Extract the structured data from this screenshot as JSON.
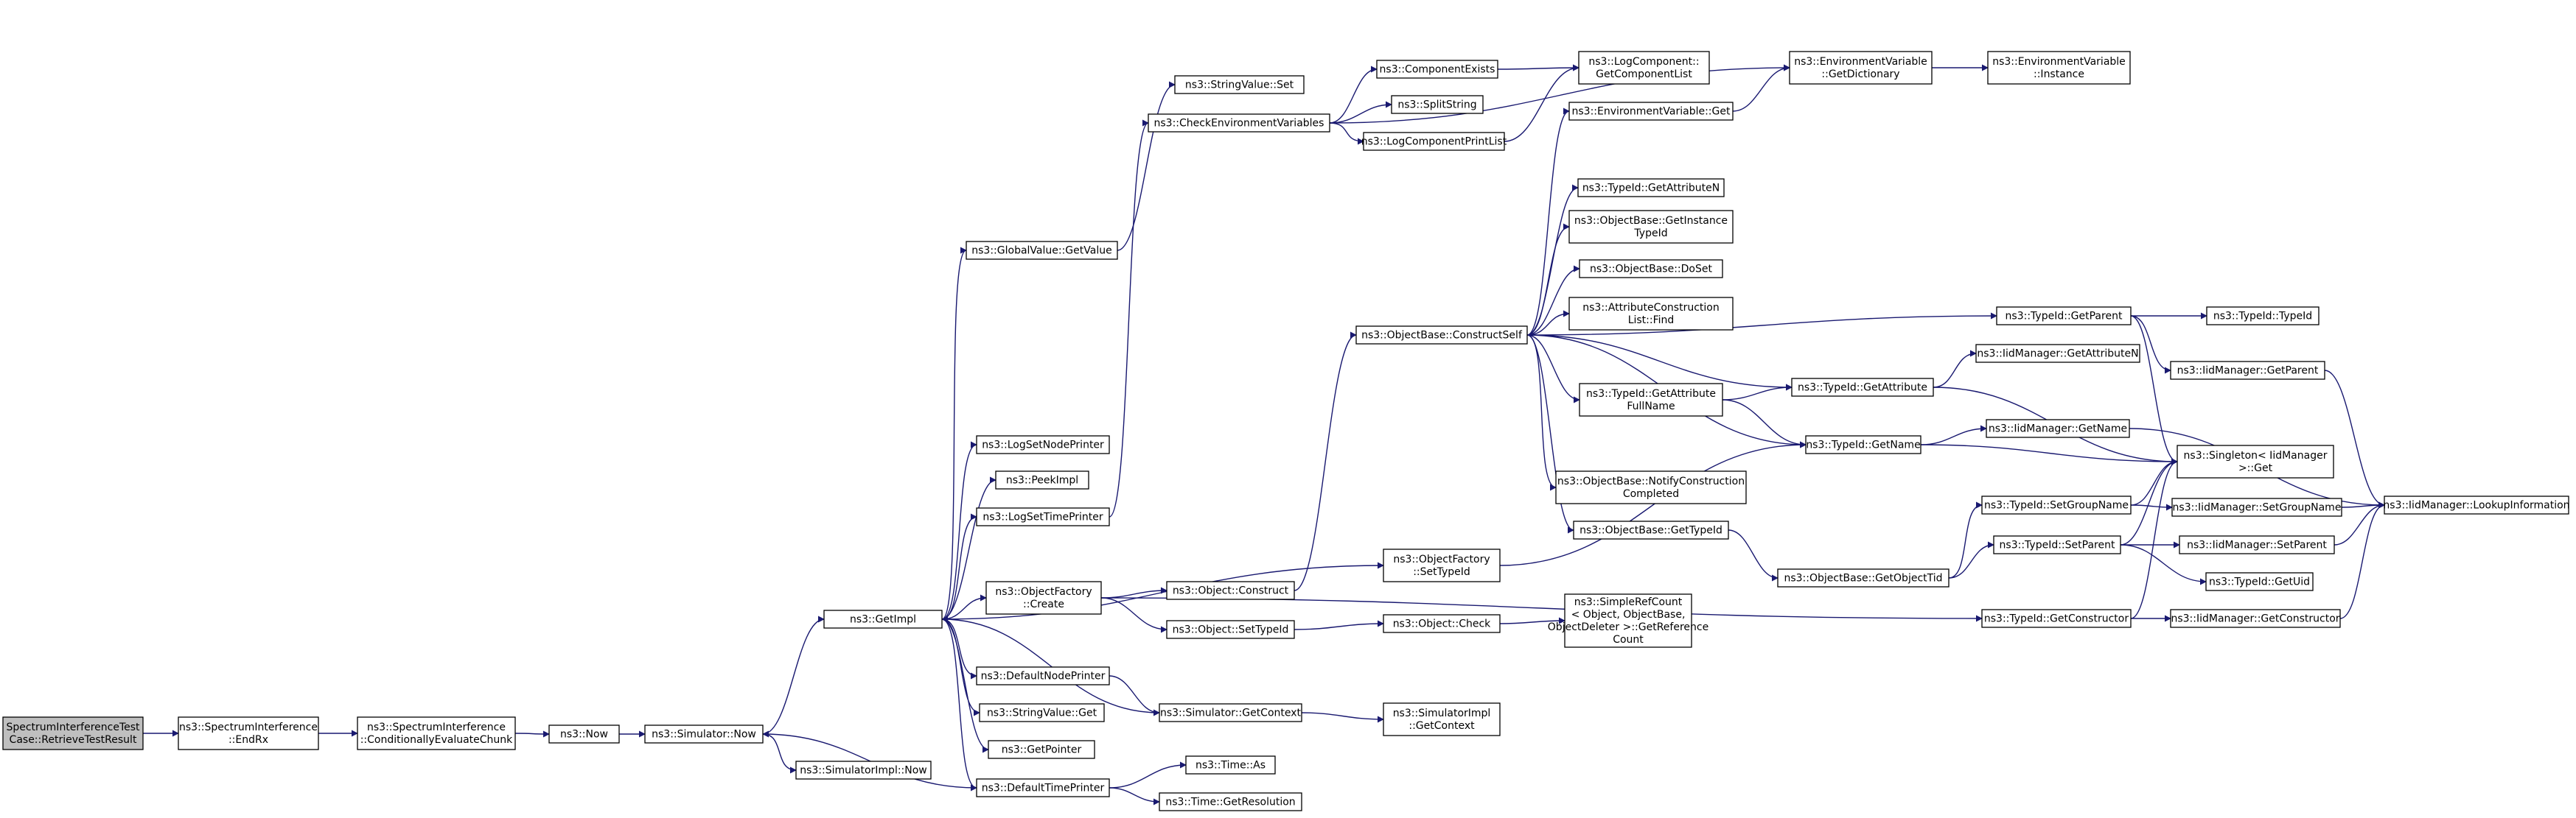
{
  "diagram": {
    "type": "call-graph",
    "edge_color": "#191970",
    "root_fill": "#bfbfbf",
    "nodes": [
      {
        "id": "root",
        "lines": [
          "SpectrumInterferenceTest",
          "Case::RetrieveTestResult"
        ],
        "root": true
      },
      {
        "id": "endrx",
        "lines": [
          "ns3::SpectrumInterference",
          "::EndRx"
        ]
      },
      {
        "id": "condeval",
        "lines": [
          "ns3::SpectrumInterference",
          "::ConditionallyEvaluateChunk"
        ]
      },
      {
        "id": "now",
        "lines": [
          "ns3::Now"
        ]
      },
      {
        "id": "simnow",
        "lines": [
          "ns3::Simulator::Now"
        ]
      },
      {
        "id": "getimpl",
        "lines": [
          "ns3::GetImpl"
        ]
      },
      {
        "id": "simimplnow",
        "lines": [
          "ns3::SimulatorImpl::Now"
        ]
      },
      {
        "id": "gvgetvalue",
        "lines": [
          "ns3::GlobalValue::GetValue"
        ]
      },
      {
        "id": "stringvalueset",
        "lines": [
          "ns3::StringValue::Set"
        ]
      },
      {
        "id": "checkenv",
        "lines": [
          "ns3::CheckEnvironmentVariables"
        ]
      },
      {
        "id": "compexists",
        "lines": [
          "ns3::ComponentExists"
        ]
      },
      {
        "id": "splitstring",
        "lines": [
          "ns3::SplitString"
        ]
      },
      {
        "id": "logcompprint",
        "lines": [
          "ns3::LogComponentPrintList"
        ]
      },
      {
        "id": "logcomplist",
        "lines": [
          "ns3::LogComponent::",
          "GetComponentList"
        ]
      },
      {
        "id": "envgetdict",
        "lines": [
          "ns3::EnvironmentVariable",
          "::GetDictionary"
        ]
      },
      {
        "id": "envinstance",
        "lines": [
          "ns3::EnvironmentVariable",
          "::Instance"
        ]
      },
      {
        "id": "envget",
        "lines": [
          "ns3::EnvironmentVariable::Get"
        ]
      },
      {
        "id": "logsetnode",
        "lines": [
          "ns3::LogSetNodePrinter"
        ]
      },
      {
        "id": "peekimpl",
        "lines": [
          "ns3::PeekImpl"
        ]
      },
      {
        "id": "logsettime",
        "lines": [
          "ns3::LogSetTimePrinter"
        ]
      },
      {
        "id": "objfactcreate",
        "lines": [
          "ns3::ObjectFactory",
          "::Create"
        ]
      },
      {
        "id": "defnodeprinter",
        "lines": [
          "ns3::DefaultNodePrinter"
        ]
      },
      {
        "id": "stringvalueget",
        "lines": [
          "ns3::StringValue::Get"
        ]
      },
      {
        "id": "getpointer",
        "lines": [
          "ns3::GetPointer"
        ]
      },
      {
        "id": "deftimeprinter",
        "lines": [
          "ns3::DefaultTimePrinter"
        ]
      },
      {
        "id": "objconstruct",
        "lines": [
          "ns3::Object::Construct"
        ]
      },
      {
        "id": "objsettypeid",
        "lines": [
          "ns3::Object::SetTypeId"
        ]
      },
      {
        "id": "objcheck",
        "lines": [
          "ns3::Object::Check"
        ]
      },
      {
        "id": "simplerefcount",
        "lines": [
          "ns3::SimpleRefCount",
          "< Object, ObjectBase,",
          "ObjectDeleter >::GetReference",
          "Count"
        ]
      },
      {
        "id": "simgetcontext",
        "lines": [
          "ns3::Simulator::GetContext"
        ]
      },
      {
        "id": "simimplgetcontext",
        "lines": [
          "ns3::SimulatorImpl",
          "::GetContext"
        ]
      },
      {
        "id": "timeas",
        "lines": [
          "ns3::Time::As"
        ]
      },
      {
        "id": "timegetres",
        "lines": [
          "ns3::Time::GetResolution"
        ]
      },
      {
        "id": "objfactsettypeid",
        "lines": [
          "ns3::ObjectFactory",
          "::SetTypeId"
        ]
      },
      {
        "id": "constructself",
        "lines": [
          "ns3::ObjectBase::ConstructSelf"
        ]
      },
      {
        "id": "tidgetattrn",
        "lines": [
          "ns3::TypeId::GetAttributeN"
        ]
      },
      {
        "id": "obgetinstance",
        "lines": [
          "ns3::ObjectBase::GetInstance",
          "TypeId"
        ]
      },
      {
        "id": "obdoset",
        "lines": [
          "ns3::ObjectBase::DoSet"
        ]
      },
      {
        "id": "attrconstfind",
        "lines": [
          "ns3::AttributeConstruction",
          "List::Find"
        ]
      },
      {
        "id": "tidgetattrfull",
        "lines": [
          "ns3::TypeId::GetAttribute",
          "FullName"
        ]
      },
      {
        "id": "obnotify",
        "lines": [
          "ns3::ObjectBase::NotifyConstruction",
          "Completed"
        ]
      },
      {
        "id": "obgettypeid",
        "lines": [
          "ns3::ObjectBase::GetTypeId"
        ]
      },
      {
        "id": "tidgetattr",
        "lines": [
          "ns3::TypeId::GetAttribute"
        ]
      },
      {
        "id": "tidgetname",
        "lines": [
          "ns3::TypeId::GetName"
        ]
      },
      {
        "id": "obgetobjecttid",
        "lines": [
          "ns3::ObjectBase::GetObjectTid"
        ]
      },
      {
        "id": "tidgetparent",
        "lines": [
          "ns3::TypeId::GetParent"
        ]
      },
      {
        "id": "tidtypeid",
        "lines": [
          "ns3::TypeId::TypeId"
        ]
      },
      {
        "id": "iidgetattrn",
        "lines": [
          "ns3::IidManager::GetAttributeN"
        ]
      },
      {
        "id": "iidgetparent",
        "lines": [
          "ns3::IidManager::GetParent"
        ]
      },
      {
        "id": "iidgetname",
        "lines": [
          "ns3::IidManager::GetName"
        ]
      },
      {
        "id": "singletonget",
        "lines": [
          "ns3::Singleton< IidManager",
          ">::Get"
        ]
      },
      {
        "id": "tidsetgroup",
        "lines": [
          "ns3::TypeId::SetGroupName"
        ]
      },
      {
        "id": "iidsetgroup",
        "lines": [
          "ns3::IidManager::SetGroupName"
        ]
      },
      {
        "id": "iidlookup",
        "lines": [
          "ns3::IidManager::LookupInformation"
        ]
      },
      {
        "id": "tidsetparent",
        "lines": [
          "ns3::TypeId::SetParent"
        ]
      },
      {
        "id": "iidsetparent",
        "lines": [
          "ns3::IidManager::SetParent"
        ]
      },
      {
        "id": "tidgetuid",
        "lines": [
          "ns3::TypeId::GetUid"
        ]
      },
      {
        "id": "tidgetconstructor",
        "lines": [
          "ns3::TypeId::GetConstructor"
        ]
      },
      {
        "id": "iidgetconstructor",
        "lines": [
          "ns3::IidManager::GetConstructor"
        ]
      }
    ],
    "edges": [
      [
        "root",
        "endrx"
      ],
      [
        "endrx",
        "condeval"
      ],
      [
        "condeval",
        "now"
      ],
      [
        "now",
        "simnow"
      ],
      [
        "simnow",
        "getimpl"
      ],
      [
        "simnow",
        "simimplnow"
      ],
      [
        "getimpl",
        "gvgetvalue"
      ],
      [
        "getimpl",
        "logsetnode"
      ],
      [
        "getimpl",
        "peekimpl"
      ],
      [
        "getimpl",
        "logsettime"
      ],
      [
        "getimpl",
        "objfactsettypeid"
      ],
      [
        "getimpl",
        "objfactcreate"
      ],
      [
        "getimpl",
        "defnodeprinter"
      ],
      [
        "getimpl",
        "stringvalueget"
      ],
      [
        "getimpl",
        "getpointer"
      ],
      [
        "getimpl",
        "deftimeprinter"
      ],
      [
        "gvgetvalue",
        "stringvalueset"
      ],
      [
        "logsettime",
        "checkenv"
      ],
      [
        "checkenv",
        "compexists"
      ],
      [
        "checkenv",
        "splitstring"
      ],
      [
        "checkenv",
        "logcompprint"
      ],
      [
        "checkenv",
        "envgetdict"
      ],
      [
        "compexists",
        "logcomplist"
      ],
      [
        "logcompprint",
        "logcomplist"
      ],
      [
        "envgetdict",
        "envinstance"
      ],
      [
        "envget",
        "envgetdict"
      ],
      [
        "objfactcreate",
        "objconstruct"
      ],
      [
        "objfactcreate",
        "objsettypeid"
      ],
      [
        "objfactcreate",
        "tidgetconstructor"
      ],
      [
        "objsettypeid",
        "objcheck"
      ],
      [
        "objcheck",
        "simplerefcount"
      ],
      [
        "objconstruct",
        "constructself"
      ],
      [
        "defnodeprinter",
        "simgetcontext"
      ],
      [
        "simgetcontext",
        "getimpl"
      ],
      [
        "simgetcontext",
        "simimplgetcontext"
      ],
      [
        "deftimeprinter",
        "simnow"
      ],
      [
        "deftimeprinter",
        "timeas"
      ],
      [
        "deftimeprinter",
        "timegetres"
      ],
      [
        "objfactsettypeid",
        "tidgetname"
      ],
      [
        "constructself",
        "envget"
      ],
      [
        "constructself",
        "tidgetparent"
      ],
      [
        "constructself",
        "tidgetattrn"
      ],
      [
        "constructself",
        "obgetinstance"
      ],
      [
        "constructself",
        "obdoset"
      ],
      [
        "constructself",
        "attrconstfind"
      ],
      [
        "constructself",
        "tidgetattr"
      ],
      [
        "constructself",
        "tidgetattrfull"
      ],
      [
        "constructself",
        "tidgetname"
      ],
      [
        "constructself",
        "obnotify"
      ],
      [
        "constructself",
        "obgettypeid"
      ],
      [
        "tidgetattrfull",
        "tidgetattr"
      ],
      [
        "tidgetattrfull",
        "tidgetname"
      ],
      [
        "obgettypeid",
        "obgetobjecttid"
      ],
      [
        "tidgetattr",
        "iidgetattrn"
      ],
      [
        "tidgetattr",
        "singletonget"
      ],
      [
        "tidgetname",
        "iidgetname"
      ],
      [
        "tidgetname",
        "singletonget"
      ],
      [
        "tidgetparent",
        "tidtypeid"
      ],
      [
        "tidgetparent",
        "iidgetparent"
      ],
      [
        "tidgetparent",
        "singletonget"
      ],
      [
        "iidgetname",
        "iidlookup"
      ],
      [
        "iidgetparent",
        "iidlookup"
      ],
      [
        "obgetobjecttid",
        "tidsetgroup"
      ],
      [
        "obgetobjecttid",
        "tidsetparent"
      ],
      [
        "tidsetgroup",
        "singletonget"
      ],
      [
        "tidsetgroup",
        "iidsetgroup"
      ],
      [
        "iidsetgroup",
        "iidlookup"
      ],
      [
        "tidsetparent",
        "singletonget"
      ],
      [
        "tidsetparent",
        "iidsetparent"
      ],
      [
        "tidsetparent",
        "tidgetuid"
      ],
      [
        "iidsetparent",
        "iidlookup"
      ],
      [
        "tidgetconstructor",
        "singletonget"
      ],
      [
        "tidgetconstructor",
        "iidgetconstructor"
      ],
      [
        "iidgetconstructor",
        "iidlookup"
      ]
    ]
  }
}
